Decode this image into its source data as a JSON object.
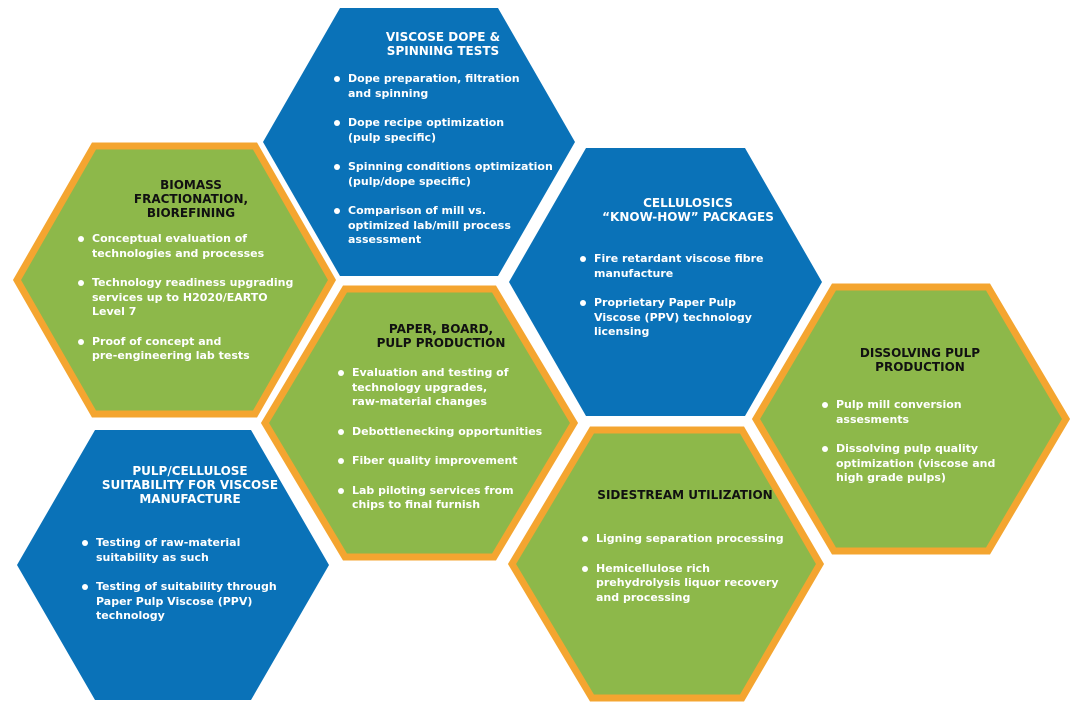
{
  "colors": {
    "blue": "#0a72b8",
    "green": "#8db84a",
    "orange": "#f4a530"
  },
  "hexagons": [
    {
      "id": "viscose",
      "color": "blue",
      "border": false,
      "title": "VISCOSE DOPE &\nSPINNING TESTS",
      "bullets": [
        "Dope preparation, filtration\nand spinning",
        "Dope recipe optimization\n (pulp specific)",
        "Spinning conditions optimization\n(pulp/dope specific)",
        "Comparison of mill vs.\noptimized lab/mill process\nassessment"
      ]
    },
    {
      "id": "biomass",
      "color": "green",
      "border": true,
      "title": "BIOMASS\nFRACTIONATION,\nBIOREFINING",
      "bullets": [
        "Conceptual evaluation of\ntechnologies and processes",
        "Technology readiness upgrading\nservices up to H2020/EARTO\nLevel 7",
        "Proof of concept and\npre-engineering lab tests"
      ]
    },
    {
      "id": "cellulosics",
      "color": "blue",
      "border": false,
      "title": "CELLULOSICS\n“KNOW-HOW” PACKAGES",
      "bullets": [
        "Fire retardant viscose fibre\nmanufacture",
        "Proprietary Paper Pulp\nViscose (PPV) technology\nlicensing"
      ]
    },
    {
      "id": "paper",
      "color": "green",
      "border": true,
      "title": "PAPER, BOARD,\nPULP PRODUCTION",
      "bullets": [
        "Evaluation and testing of\ntechnology upgrades,\nraw-material changes",
        "Debottlenecking opportunities",
        "Fiber quality improvement",
        "Lab piloting services from\nchips to final furnish"
      ]
    },
    {
      "id": "dissolving",
      "color": "green",
      "border": true,
      "title": "DISSOLVING PULP\nPRODUCTION",
      "bullets": [
        "Pulp mill conversion\nassesments",
        "Dissolving pulp quality\noptimization (viscose and\nhigh grade pulps)"
      ]
    },
    {
      "id": "pulp-cellulose",
      "color": "blue",
      "border": false,
      "title": "PULP/CELLULOSE\nSUITABILITY FOR VISCOSE\nMANUFACTURE",
      "bullets": [
        "Testing of raw-material\nsuitability as such",
        "Testing of suitability through\nPaper Pulp Viscose (PPV)\ntechnology"
      ]
    },
    {
      "id": "sidestream",
      "color": "green",
      "border": true,
      "title": "SIDESTREAM UTILIZATION",
      "bullets": [
        "Ligning separation processing",
        "Hemicellulose rich\nprehydrolysis liquor recovery\nand processing"
      ]
    }
  ]
}
